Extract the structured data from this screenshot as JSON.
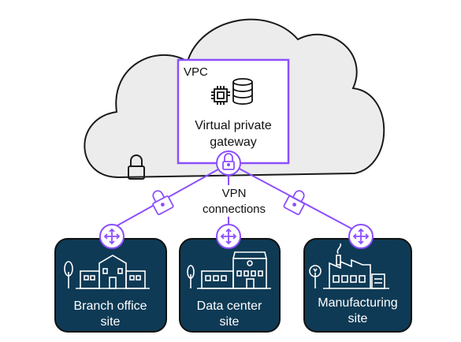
{
  "vpc": {
    "label": "VPC",
    "gateway_line1": "Virtual private",
    "gateway_line2": "gateway"
  },
  "vpn": {
    "line1": "VPN",
    "line2": "connections"
  },
  "sites": [
    {
      "line1": "Branch office",
      "line2": "site",
      "icon": "building-icon"
    },
    {
      "line1": "Data center",
      "line2": "site",
      "icon": "data-center-icon"
    },
    {
      "line1": "Manufacturing",
      "line2": "site",
      "icon": "factory-icon"
    }
  ],
  "colors": {
    "accent": "#8c4fff",
    "site_fill": "#0e3a55",
    "cloud_stroke": "#1a1a1a"
  }
}
